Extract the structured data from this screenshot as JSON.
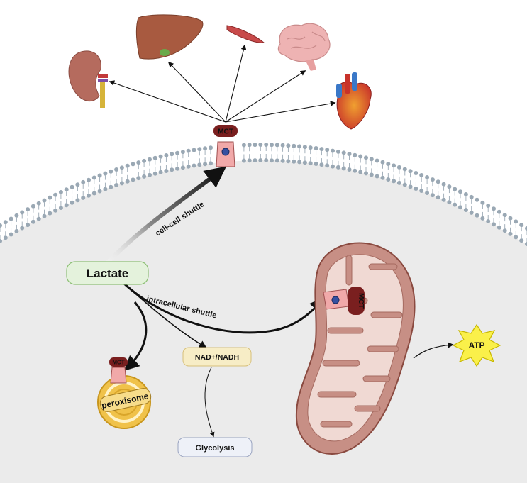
{
  "labels": {
    "mct_membrane": "MCT",
    "cell_shuttle": "cell-cell shuttle",
    "lactate": "Lactate",
    "intracellular_shuttle": "intracellular shuttle",
    "mct_mito": "MCT",
    "nad": "NAD+/NADH",
    "mct_perox": "MCT",
    "peroxisome": "peroxisome",
    "glycolysis": "Glycolysis",
    "atp": "ATP"
  },
  "organs": [
    "kidney-icon",
    "liver-icon",
    "muscle-icon",
    "brain-icon",
    "heart-icon"
  ],
  "colors": {
    "membrane_dots": "#9aa8b4",
    "cell_interior": "#ebebeb",
    "mct_body": "#f1a9a9",
    "mct_badge": "#7a1f1f",
    "lactate_box": "#e4f2dc",
    "nad_box": "#f7edc6",
    "glycolysis_box": "#eef1f8",
    "mito_outer": "#c78f85",
    "mito_inner": "#f0d9d3",
    "peroxisome": "#f0c24a",
    "atp_star": "#faf04a"
  }
}
